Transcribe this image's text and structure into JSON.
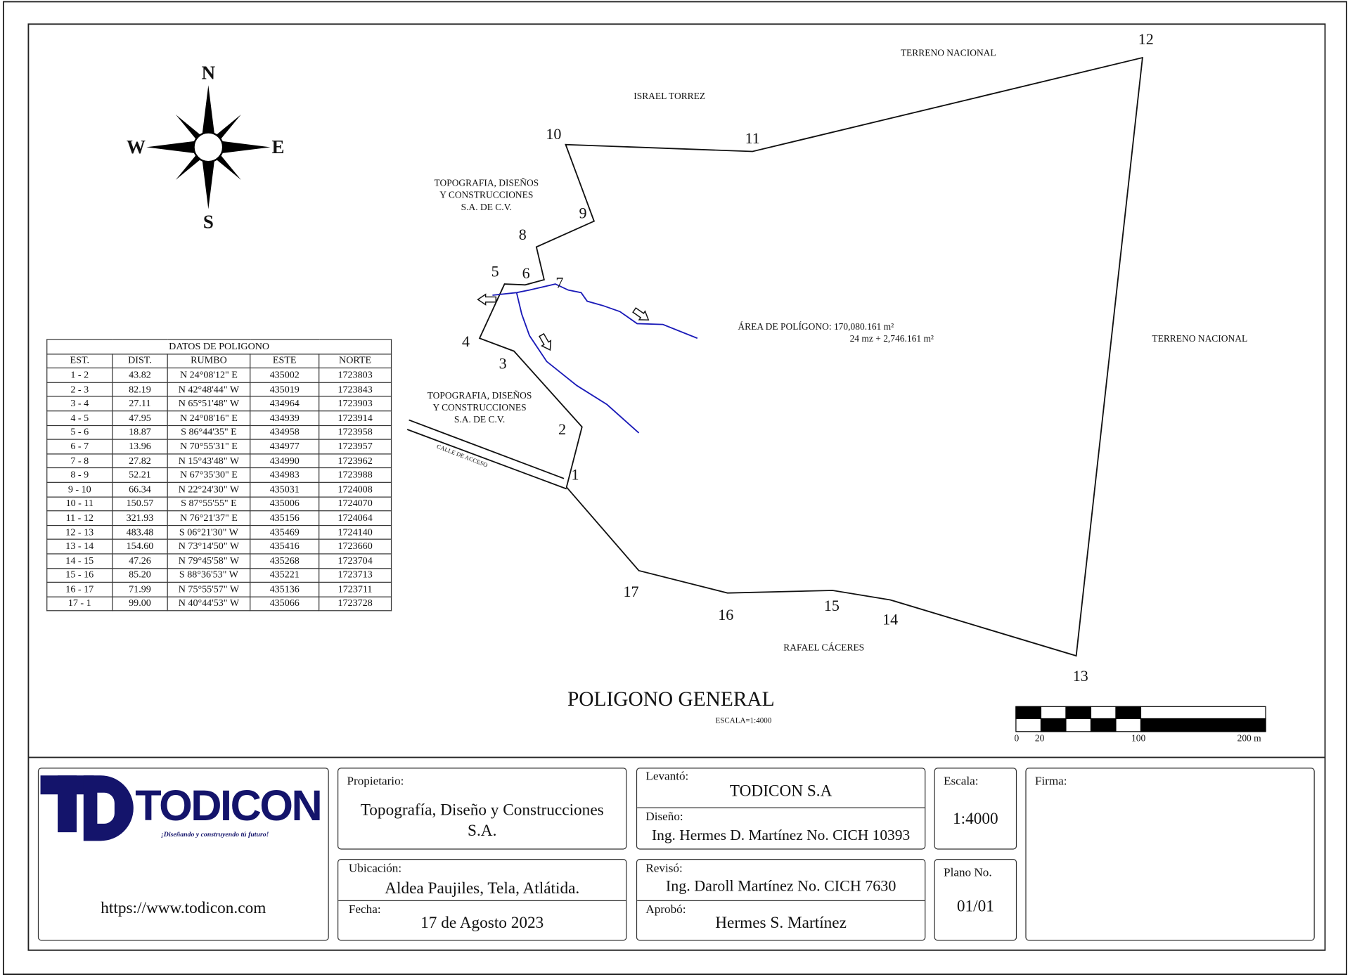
{
  "compass": {
    "n": "N",
    "s": "S",
    "e": "E",
    "w": "W"
  },
  "neighbors": {
    "north_top": "TERRENO NACIONAL",
    "north": "ISRAEL TORREZ",
    "east": "TERRENO NACIONAL",
    "south": "RAFAEL CÁCERES",
    "west_1": [
      "TOPOGRAFIA, DISEÑOS",
      "Y CONSTRUCCIONES",
      "S.A. DE C.V."
    ],
    "west_2": [
      "TOPOGRAFIA, DISEÑOS",
      "Y CONSTRUCCIONES",
      "S.A. DE C.V."
    ],
    "road": "CALLE DE ACCESO"
  },
  "area": {
    "line1": "ÁREA DE POLÍGONO: 170,080.161 m²",
    "line2": "24 mz + 2,746.161 m²"
  },
  "vertices": [
    "1",
    "2",
    "3",
    "4",
    "5",
    "6",
    "7",
    "8",
    "9",
    "10",
    "11",
    "12",
    "13",
    "14",
    "15",
    "16",
    "17"
  ],
  "table": {
    "title": "DATOS DE POLIGONO",
    "headers": [
      "EST.",
      "DIST.",
      "RUMBO",
      "ESTE",
      "NORTE"
    ],
    "rows": [
      [
        "1 - 2",
        "43.82",
        "N 24°08'12\" E",
        "435002",
        "1723803"
      ],
      [
        "2 - 3",
        "82.19",
        "N 42°48'44\" W",
        "435019",
        "1723843"
      ],
      [
        "3 - 4",
        "27.11",
        "N 65°51'48\" W",
        "434964",
        "1723903"
      ],
      [
        "4 - 5",
        "47.95",
        "N 24°08'16\" E",
        "434939",
        "1723914"
      ],
      [
        "5 - 6",
        "18.87",
        "S 86°44'35\" E",
        "434958",
        "1723958"
      ],
      [
        "6 - 7",
        "13.96",
        "N 70°55'31\" E",
        "434977",
        "1723957"
      ],
      [
        "7 - 8",
        "27.82",
        "N 15°43'48\" W",
        "434990",
        "1723962"
      ],
      [
        "8 - 9",
        "52.21",
        "N 67°35'30\" E",
        "434983",
        "1723988"
      ],
      [
        "9 - 10",
        "66.34",
        "N 22°24'30\" W",
        "435031",
        "1724008"
      ],
      [
        "10 - 11",
        "150.57",
        "S 87°55'55\" E",
        "435006",
        "1724070"
      ],
      [
        "11 - 12",
        "321.93",
        "N 76°21'37\" E",
        "435156",
        "1724064"
      ],
      [
        "12 - 13",
        "483.48",
        "S 06°21'30\" W",
        "435469",
        "1724140"
      ],
      [
        "13 - 14",
        "154.60",
        "N 73°14'50\" W",
        "435416",
        "1723660"
      ],
      [
        "14 - 15",
        "47.26",
        "N 79°45'58\" W",
        "435268",
        "1723704"
      ],
      [
        "15 - 16",
        "85.20",
        "S 88°36'53\" W",
        "435221",
        "1723713"
      ],
      [
        "16 - 17",
        "71.99",
        "N 75°55'57\" W",
        "435136",
        "1723711"
      ],
      [
        "17 - 1",
        "99.00",
        "N 40°44'53\" W",
        "435066",
        "1723728"
      ]
    ]
  },
  "drawing": {
    "title": "POLIGONO GENERAL",
    "scale_note": "ESCALA=1:4000"
  },
  "scale_bar": {
    "labels": [
      "0",
      "20",
      "100",
      "200 m"
    ]
  },
  "title_block": {
    "logo_text": "TODICON",
    "logo_slogan": "¡Diseñando y construyendo tú futuro!",
    "website": "https://www.todicon.com",
    "propietario_label": "Propietario:",
    "propietario": "Topografía, Diseño y Construcciones",
    "propietario_2": "S.A.",
    "ubicacion_label": "Ubicación:",
    "ubicacion": "Aldea Paujiles, Tela, Atlátida.",
    "fecha_label": "Fecha:",
    "fecha": "17 de Agosto 2023",
    "levanto_label": "Levantó:",
    "levanto": "TODICON S.A",
    "diseno_label": "Diseño:",
    "diseno": "Ing. Hermes D. Martínez No. CICH 10393",
    "reviso_label": "Revisó:",
    "reviso": "Ing. Daroll Martínez No. CICH 7630",
    "aprobo_label": "Aprobó:",
    "aprobo": "Hermes S. Martínez",
    "escala_label": "Escala:",
    "escala": "1:4000",
    "plano_label": "Plano No.",
    "plano": "01/01",
    "firma_label": "Firma:"
  },
  "colors": {
    "line": "#111111",
    "stream": "#1a1ab8",
    "logo": "#14146b"
  }
}
